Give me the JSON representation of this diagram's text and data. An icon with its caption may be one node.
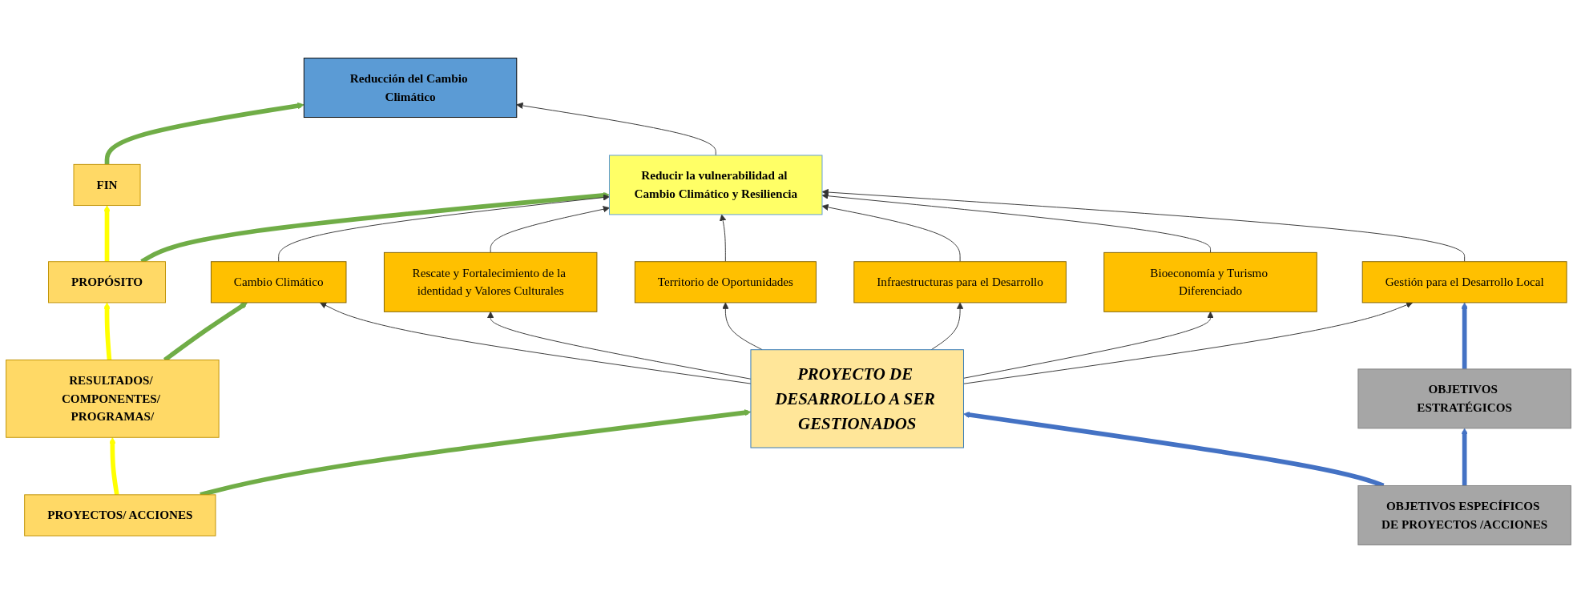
{
  "diagram": {
    "nodes": [
      {
        "text": [
          "FIN"
        ]
      },
      {
        "text": [
          "PROPÓSITO"
        ]
      },
      {
        "text": [
          "RESULTADOS/ COMPONENTES/ PROGRAMAS/"
        ]
      },
      {
        "text": [
          "PROYECTOS/ ACCIONES"
        ]
      },
      {
        "text": [
          "Reducción del Cambio Climático"
        ]
      },
      {
        "text": [
          "Reducir la vulnerabilidad al Cambio Climático y Resiliencia"
        ]
      },
      {
        "text": [
          "Cambio Climático"
        ]
      },
      {
        "text": [
          "Rescate y Fortalecimiento de la identidad y Valores Culturales"
        ]
      },
      {
        "text": [
          "Territorio de Oportunidades"
        ]
      },
      {
        "text": [
          "Infraestructuras para el Desarrollo"
        ]
      },
      {
        "text": [
          "Bioeconomía y Turismo Diferenciado"
        ]
      },
      {
        "text": [
          "Gestión para el Desarrollo Local"
        ]
      },
      {
        "text": [
          "OBJETIVOS ESTRATÉGICOS"
        ]
      },
      {
        "text": [
          "PROYECTO DE DESARROLLO A SER GESTIONADOS"
        ]
      },
      {
        "text": [
          "OBJETIVOS ESPECÍFICOS DE PROYECTOS /ACCIONES"
        ]
      }
    ],
    "edges": [
      {
        "from": 1,
        "to": 0,
        "arrow": "to",
        "style": "thick",
        "color": "#ffff00"
      },
      {
        "from": 2,
        "to": 1,
        "arrow": "to",
        "style": "thick",
        "color": "#ffff00"
      },
      {
        "from": 3,
        "to": 2,
        "arrow": "to",
        "style": "thick",
        "color": "#ffff00"
      },
      {
        "from": 0,
        "to": 4,
        "arrow": "to",
        "style": "thick",
        "color": "#70ad47"
      },
      {
        "from": 1,
        "to": 5,
        "arrow": "to",
        "style": "thick",
        "color": "#70ad47"
      },
      {
        "from": 2,
        "to": 6,
        "arrow": "to",
        "style": "thick",
        "color": "#70ad47"
      },
      {
        "from": 3,
        "to": 13,
        "arrow": "to",
        "style": "thick",
        "color": "#70ad47"
      },
      {
        "from": 5,
        "to": 4,
        "arrow": "to"
      },
      {
        "from": 6,
        "to": 5,
        "arrow": "to"
      },
      {
        "from": 7,
        "to": 5,
        "arrow": "to"
      },
      {
        "from": 8,
        "to": 5,
        "arrow": "to"
      },
      {
        "from": 9,
        "to": 5,
        "arrow": "to"
      },
      {
        "from": 10,
        "to": 5,
        "arrow": "to"
      },
      {
        "from": 11,
        "to": 5,
        "arrow": "to"
      },
      {
        "from": 13,
        "to": 6,
        "arrow": "to"
      },
      {
        "from": 13,
        "to": 7,
        "arrow": "to"
      },
      {
        "from": 13,
        "to": 8,
        "arrow": "to"
      },
      {
        "from": 13,
        "to": 9,
        "arrow": "to"
      },
      {
        "from": 13,
        "to": 10,
        "arrow": "to"
      },
      {
        "from": 13,
        "to": 11,
        "arrow": "to"
      },
      {
        "from": 12,
        "to": 11,
        "arrow": "to",
        "style": "thick",
        "color": "#4472c4"
      },
      {
        "from": 14,
        "to": 12,
        "arrow": "to",
        "style": "thick",
        "color": "#4472c4"
      },
      {
        "from": 14,
        "to": 13,
        "arrow": "to",
        "style": "thick",
        "color": "#4472c4"
      }
    ]
  }
}
